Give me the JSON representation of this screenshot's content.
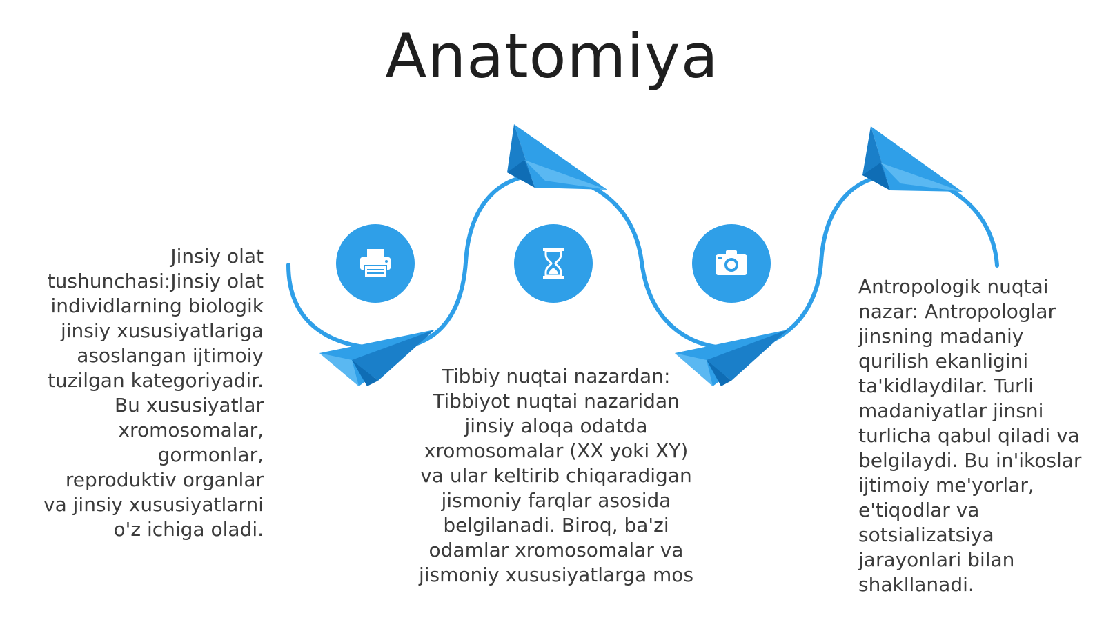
{
  "slide": {
    "title": "Anatomiya",
    "icons": [
      "printer-icon",
      "hourglass-icon",
      "camera-icon"
    ],
    "accent_color": "#2f9fe8",
    "texts": {
      "left": "Jinsiy olat tushunchasi:Jinsiy olat individlarning biologik jinsiy xususiyatlariga asoslangan ijtimoiy tuzilgan kategoriyadir. Bu xususiyatlar xromosomalar, gormonlar, reproduktiv organlar va jinsiy xususiyatlarni o'z ichiga oladi.",
      "center": "Tibbiy nuqtai nazardan: Tibbiyot nuqtai nazaridan jinsiy aloqa odatda xromosomalar (XX yoki XY) va ular keltirib chiqaradigan jismoniy farqlar asosida belgilanadi. Biroq, ba'zi odamlar xromosomalar va jismoniy xususiyatlarga mos",
      "right": "Antropologik nuqtai nazar: Antropologlar jinsning madaniy qurilish ekanligini ta'kidlaydilar. Turli madaniyatlar jinsni turlicha qabul qiladi va belgilaydi. Bu in'ikoslar ijtimoiy me'yorlar, e'tiqodlar va sotsializatsiya jarayonlari bilan shakllanadi."
    }
  }
}
